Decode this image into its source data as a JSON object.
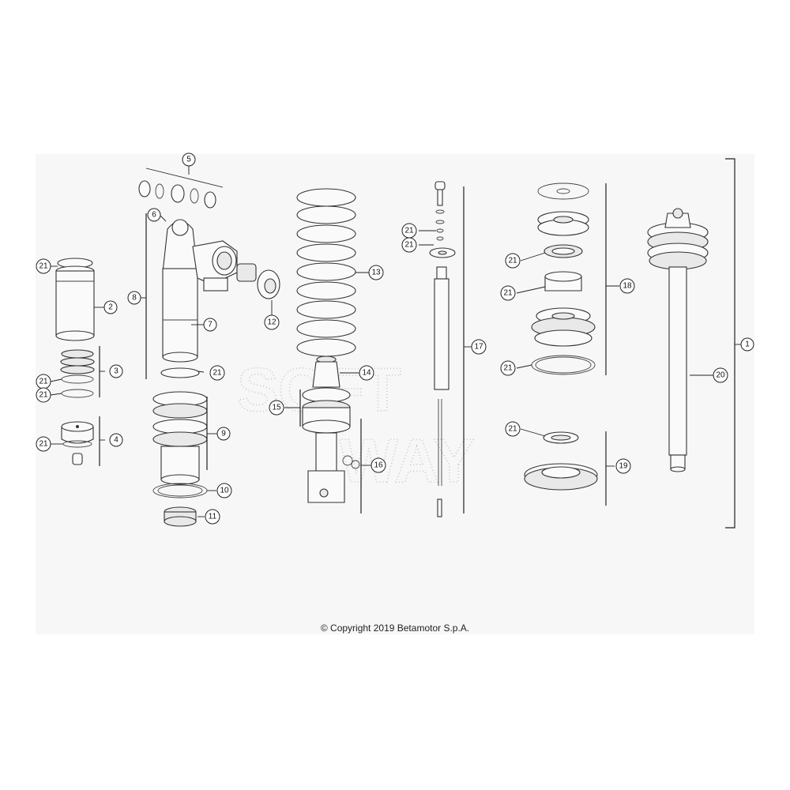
{
  "copyright": "© Copyright 2019 Betamotor S.p.A.",
  "watermark": [
    "SOFT",
    "WAY"
  ],
  "callouts": [
    "1",
    "2",
    "3",
    "4",
    "5",
    "6",
    "7",
    "8",
    "9",
    "10",
    "11",
    "12",
    "13",
    "14",
    "15",
    "16",
    "17",
    "18",
    "19",
    "20",
    "21"
  ],
  "colors": {
    "line": "#222222",
    "sheet": "#f7f7f7",
    "watermark": "#c8c8c8"
  }
}
